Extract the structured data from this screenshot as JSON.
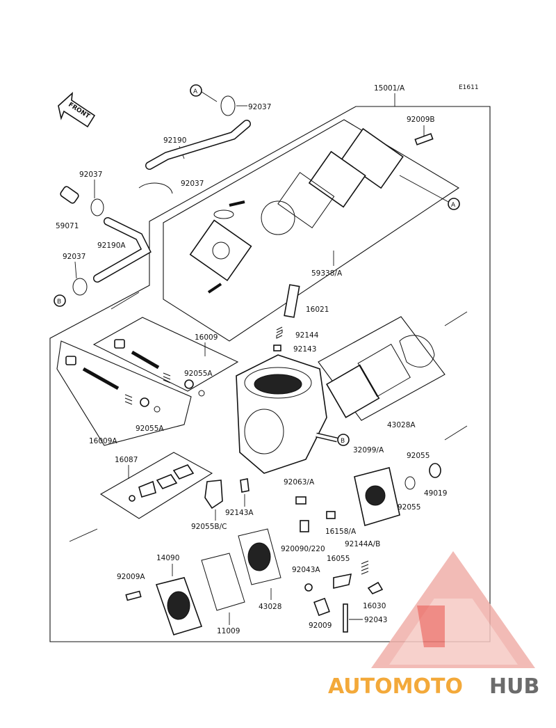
{
  "header": {
    "code": "E1611",
    "front_label": "FRONT"
  },
  "callouts": {
    "a": "A",
    "b": "B"
  },
  "parts": {
    "p15001A": "15001/A",
    "p92037": "92037",
    "p92009B": "92009B",
    "p92190": "92190",
    "p92190A": "92190A",
    "p59071": "59071",
    "p59338A": "59338/A",
    "p16021": "16021",
    "p92144": "92144",
    "p92143": "92143",
    "p16009": "16009",
    "p16009A": "16009A",
    "p92055A": "92055A",
    "p43028A": "43028A",
    "p32099A": "32099/A",
    "p92055": "92055",
    "p49019": "49019",
    "p16087": "16087",
    "p92063A": "92063/A",
    "p92143A": "92143A",
    "p92055BC": "92055B/C",
    "p16158A": "16158/A",
    "p920090220": "920090/220",
    "p92144AB": "92144A/B",
    "p14090": "14090",
    "p92009A": "92009A",
    "p92043A": "92043A",
    "p16055": "16055",
    "p16030": "16030",
    "p11009": "11009",
    "p43028": "43028",
    "p92009": "92009",
    "p92043": "92043"
  },
  "watermark": {
    "part1": "AUTOMOTO",
    "part2": "HUB"
  },
  "colors": {
    "watermark_red": "#e8423a",
    "watermark_orange": "#f3a93a",
    "watermark_dark": "#6b6b6b",
    "line": "#111111"
  }
}
